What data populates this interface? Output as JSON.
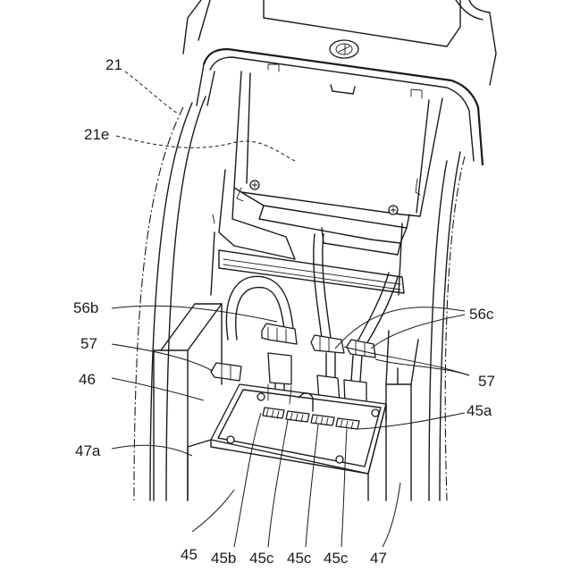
{
  "labels": {
    "l21": "21",
    "l21e": "21e",
    "l56b": "56b",
    "l56c": "56c",
    "l57a": "57",
    "l57b": "57",
    "l46": "46",
    "l45a": "45a",
    "l47a": "47a",
    "l45": "45",
    "l45b": "45b",
    "l45c1": "45c",
    "l45c2": "45c",
    "l45c3": "45c",
    "l47": "47"
  }
}
